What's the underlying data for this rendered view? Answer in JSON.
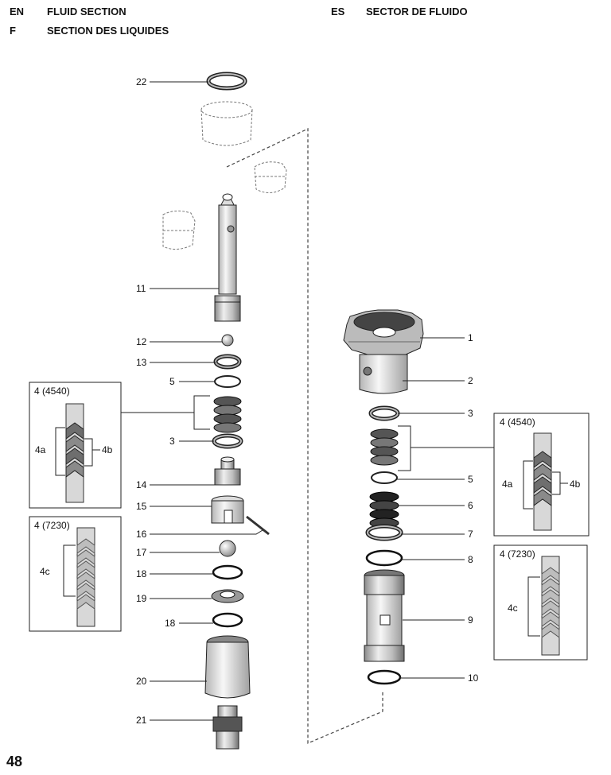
{
  "header": {
    "en_code": "EN",
    "en_title": "FLUID SECTION",
    "es_code": "ES",
    "es_title": "SECTOR DE FLUIDO",
    "f_code": "F",
    "f_title": "SECTION DES LIQUIDES"
  },
  "left_callouts": {
    "c22": "22",
    "c11": "11",
    "c12": "12",
    "c13": "13",
    "c5": "5",
    "c3": "3",
    "c14": "14",
    "c15": "15",
    "c16": "16",
    "c17": "17",
    "c18a": "18",
    "c19": "19",
    "c18b": "18",
    "c20": "20",
    "c21": "21"
  },
  "right_callouts": {
    "c1": "1",
    "c2": "2",
    "c3": "3",
    "c5": "5",
    "c6": "6",
    "c7": "7",
    "c8": "8",
    "c9": "9",
    "c10": "10"
  },
  "insets": {
    "left_4540": {
      "title": "4 (4540)",
      "a": "4a",
      "b": "4b"
    },
    "left_7230": {
      "title": "4 (7230)",
      "c": "4c"
    },
    "right_4540": {
      "title": "4 (4540)",
      "a": "4a",
      "b": "4b"
    },
    "right_7230": {
      "title": "4 (7230)",
      "c": "4c"
    }
  },
  "page_number": "48"
}
